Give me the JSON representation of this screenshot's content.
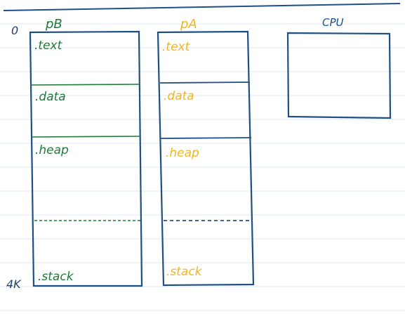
{
  "address_labels": {
    "top": "0",
    "bottom": "4K"
  },
  "processes": [
    {
      "name": "pB",
      "color": "#1f7a3a",
      "segments": [
        ".text",
        ".data",
        ".heap",
        ".stack"
      ]
    },
    {
      "name": "pA",
      "color": "#f2b51d",
      "segments": [
        ".text",
        ".data",
        ".heap",
        ".stack"
      ]
    }
  ],
  "cpu": {
    "label": "CPU"
  },
  "colors": {
    "box_outline": "#1e4f86",
    "rule_line": "#dde8f4",
    "top_line": "#1e4f86"
  }
}
